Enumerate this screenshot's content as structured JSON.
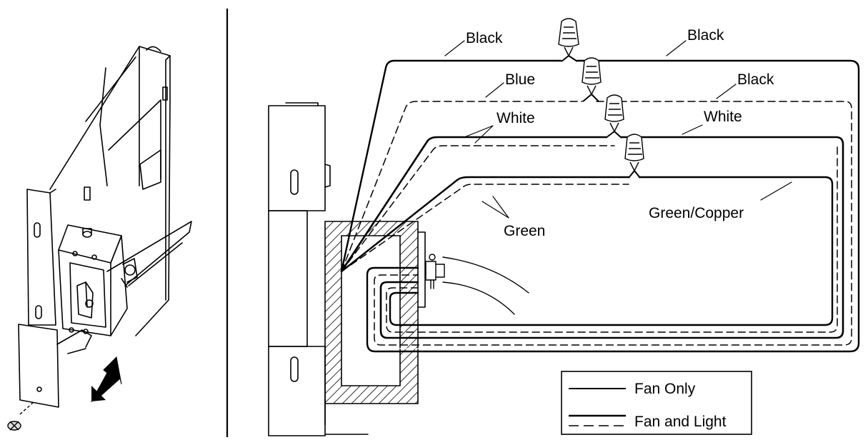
{
  "wire_labels": {
    "black_left": "Black",
    "black_right_top": "Black",
    "blue": "Blue",
    "black_right_mid": "Black",
    "white_left": "White",
    "white_right": "White",
    "green": "Green",
    "green_copper": "Green/Copper"
  },
  "legend": {
    "fan_only": "Fan Only",
    "fan_and_light": "Fan and Light"
  },
  "colors": {
    "line": "#000000",
    "background": "#ffffff",
    "hatch": "#000000"
  },
  "icons": [
    "wall-bracket-icon",
    "junction-box-icon",
    "cover-plate-icon",
    "screw-icon",
    "arrow-icon",
    "wire-nut-icon"
  ]
}
